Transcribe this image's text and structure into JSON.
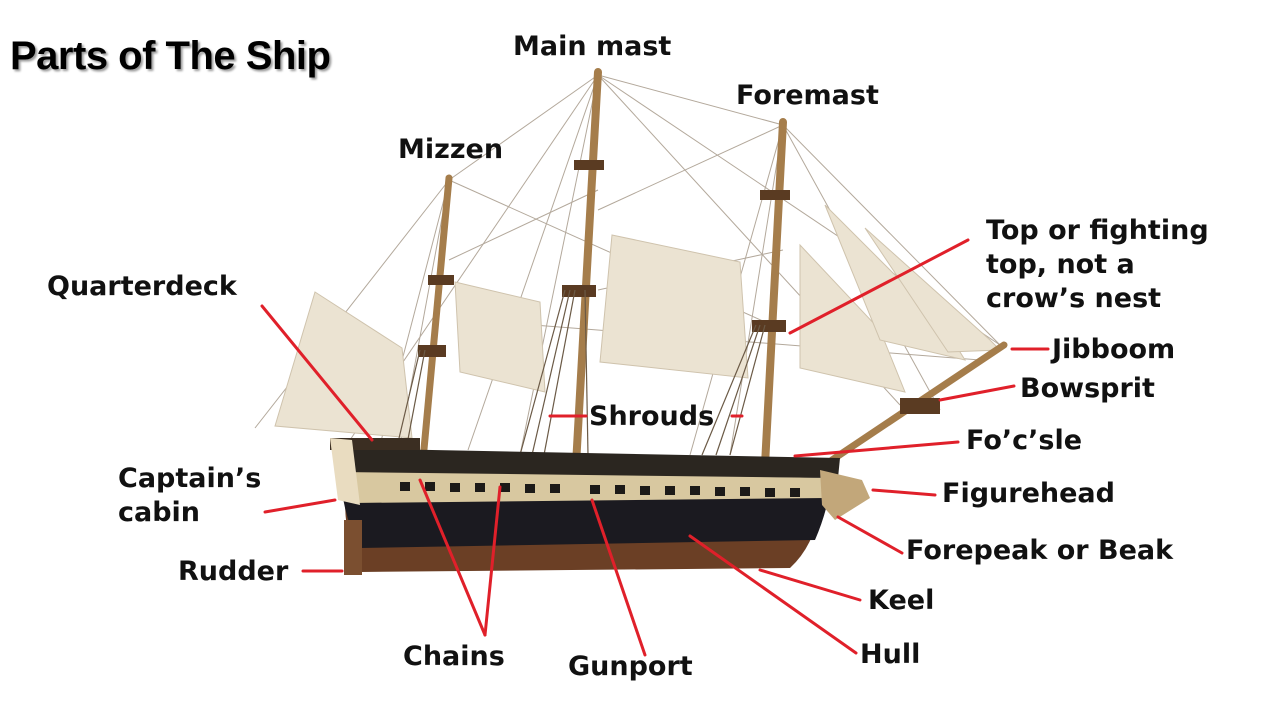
{
  "title": "Parts of The Ship",
  "labels": {
    "main_mast": "Main mast",
    "foremast": "Foremast",
    "mizzen": "Mizzen",
    "quarterdeck": "Quarterdeck",
    "top": [
      "Top or fighting",
      "top, not a",
      "crow’s nest"
    ],
    "jibboom": "Jibboom",
    "bowsprit": "Bowsprit",
    "shrouds": "Shrouds",
    "focsle": "Fo’c’sle",
    "captains_cabin": [
      "Captain’s",
      "cabin"
    ],
    "figurehead": "Figurehead",
    "forepeak": "Forepeak or Beak",
    "rudder": "Rudder",
    "keel": "Keel",
    "chains": "Chains",
    "gunport": "Gunport",
    "hull": "Hull"
  },
  "colors": {
    "leader_line": "#e0202a",
    "hull_dark": "#1b1a20",
    "hull_wood": "#6b3f25",
    "sail": "#e9e1d0",
    "mast": "#b58a55",
    "rigging": "#8a7a66",
    "gun_strip": "#d8c8a0"
  }
}
